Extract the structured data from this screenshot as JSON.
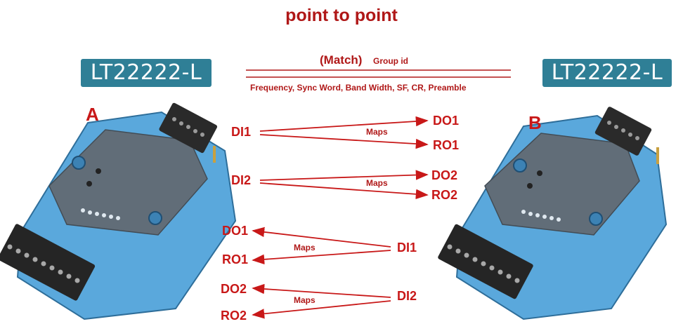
{
  "title": "point to point",
  "device_a": {
    "model": "LT22222-L",
    "letter": "A"
  },
  "device_b": {
    "model": "LT22222-L",
    "letter": "B"
  },
  "link": {
    "match_label": "(Match)",
    "group_label": "Group id",
    "params_label": "Frequency, Sync Word, Band Width, SF, CR, Preamble"
  },
  "mappings": [
    {
      "source": "DI1",
      "targets": [
        "DO1",
        "RO1"
      ],
      "maps_label": "Maps"
    },
    {
      "source": "DI2",
      "targets": [
        "DO2",
        "RO2"
      ],
      "maps_label": "Maps"
    },
    {
      "source": "DI1",
      "targets": [
        "DO1",
        "RO1"
      ],
      "maps_label": "Maps"
    },
    {
      "source": "DI2",
      "targets": [
        "DO2",
        "RO2"
      ],
      "maps_label": "Maps"
    }
  ],
  "colors": {
    "accent": "#c81818",
    "badge": "#2f7f96",
    "device_body": "#5aa8dc",
    "device_top": "#616d78"
  }
}
